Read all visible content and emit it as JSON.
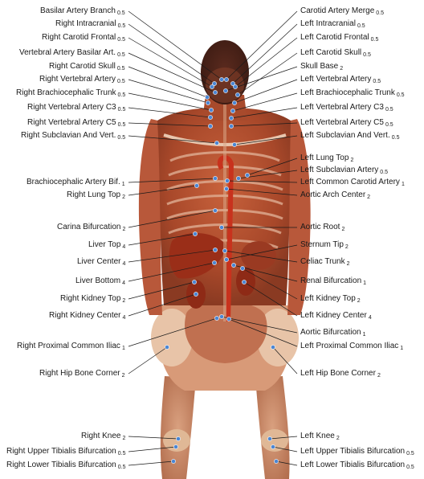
{
  "figure": {
    "landmarks_left": [
      {
        "name": "Basilar Artery Branch",
        "sub": "0.5"
      },
      {
        "name": "Right Intracranial",
        "sub": "0.5"
      },
      {
        "name": "Right Carotid Frontal",
        "sub": "0.5"
      },
      {
        "name": "Vertebral Artery Basilar Art.",
        "sub": "0.5"
      },
      {
        "name": "Right Carotid Skull",
        "sub": "0.5"
      },
      {
        "name": "Right Vertebral Artery",
        "sub": "0.5"
      },
      {
        "name": "Right Brachiocephalic Trunk",
        "sub": "0.5"
      },
      {
        "name": "Right Vertebral Artery C3",
        "sub": "0.5"
      },
      {
        "name": "Right Vertebral Artery C5",
        "sub": "0.5"
      },
      {
        "name": "Right Subclavian And Vert.",
        "sub": "0.5"
      },
      {
        "name": "Brachiocephalic Artery Bif.",
        "sub": "1"
      },
      {
        "name": "Right Lung Top",
        "sub": "2"
      },
      {
        "name": "Carina Bifurcation",
        "sub": "2"
      },
      {
        "name": "Liver Top",
        "sub": "4"
      },
      {
        "name": "Liver Center",
        "sub": "4"
      },
      {
        "name": "Liver Bottom",
        "sub": "4"
      },
      {
        "name": "Right Kidney Top",
        "sub": "2"
      },
      {
        "name": "Right Kidney Center",
        "sub": "4"
      },
      {
        "name": "Right Proximal Common Iliac",
        "sub": "1"
      },
      {
        "name": "Right Hip Bone Corner",
        "sub": "2"
      },
      {
        "name": "Right Knee",
        "sub": "2"
      },
      {
        "name": "Right Upper Tibialis Bifurcation",
        "sub": "0.5"
      },
      {
        "name": "Right Lower Tibialis Bifurcation",
        "sub": "0.5"
      }
    ],
    "landmarks_right": [
      {
        "name": "Carotid Artery Merge",
        "sub": "0.5"
      },
      {
        "name": "Left Intracranial",
        "sub": "0.5"
      },
      {
        "name": "Left Carotid Frontal",
        "sub": "0.5"
      },
      {
        "name": "Left Carotid Skull",
        "sub": "0.5"
      },
      {
        "name": "Skull Base",
        "sub": "2"
      },
      {
        "name": "Left Vertebral Artery",
        "sub": "0.5"
      },
      {
        "name": "Left Brachiocephalic Trunk",
        "sub": "0.5"
      },
      {
        "name": "Left Vertebral Artery C3",
        "sub": "0.5"
      },
      {
        "name": "Left Vertebral Artery C5",
        "sub": "0.5"
      },
      {
        "name": "Left Subclavian And Vert.",
        "sub": "0.5"
      },
      {
        "name": "Left Lung Top",
        "sub": "2"
      },
      {
        "name": "Left Subclavian Artery",
        "sub": "0.5"
      },
      {
        "name": "Left Common Carotid Artery",
        "sub": "1"
      },
      {
        "name": "Aortic Arch Center",
        "sub": "2"
      },
      {
        "name": "Aortic Root",
        "sub": "2"
      },
      {
        "name": "Sternum Tip",
        "sub": "2"
      },
      {
        "name": "Celiac Trunk",
        "sub": "2"
      },
      {
        "name": "Renal Bifurcation",
        "sub": "1"
      },
      {
        "name": "Left Kidney Top",
        "sub": "2"
      },
      {
        "name": "Left Kidney Center",
        "sub": "4"
      },
      {
        "name": "Aortic Bifurcation",
        "sub": "1"
      },
      {
        "name": "Left Proximal Common Iliac",
        "sub": "1"
      },
      {
        "name": "Left Hip Bone Corner",
        "sub": "2"
      },
      {
        "name": "Left Knee",
        "sub": "2"
      },
      {
        "name": "Left Upper Tibialis Bifurcation",
        "sub": "0.5"
      },
      {
        "name": "Left Lower Tibialis Bifurcation",
        "sub": "0.5"
      }
    ],
    "colors": {
      "tissue": "#b5502f",
      "tissue_dark": "#7a2a16",
      "bone": "#e6cdb8",
      "vessel": "#c8321d",
      "organ": "#a8341c",
      "point": "#4a86d4",
      "leader": "#1a1a1a"
    }
  }
}
